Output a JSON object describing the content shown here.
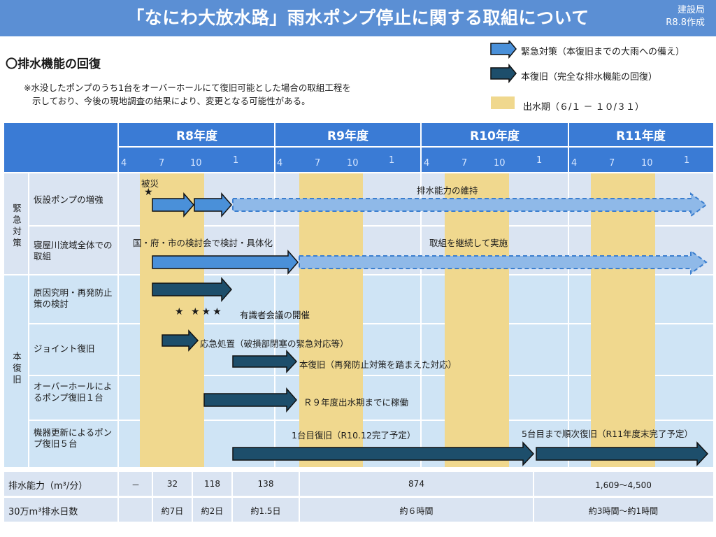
{
  "title": "「なにわ大放水路」雨水ポンプ停止に関する取組について",
  "department": "建設局",
  "date": "R8.8作成",
  "section_heading": "〇排水機能の回復",
  "note": [
    "※水没したポンプのうち1台をオーバーホールにて復旧可能とした場合の取組工程を",
    "示しており、今後の現地調査の結果により、変更となる可能性がある。"
  ],
  "legend": {
    "emergency": "緊急対策（本復旧までの大雨への備え）",
    "full": "本復旧（完全な排水機能の回復）",
    "flood": "出水期（６/１ － １０/３１）"
  },
  "years": [
    "R8年度",
    "R9年度",
    "R10年度",
    "R11年度"
  ],
  "months": [
    "4",
    "7",
    "10",
    "1"
  ],
  "groups": {
    "emergency": "緊急対策",
    "full": "本復旧"
  },
  "rows": [
    "仮設ポンプの増強",
    "寝屋川流域全体での取組",
    "原因究明・再発防止策の検討",
    "ジョイント復旧",
    "オーバーホールによるポンプ復旧１台",
    "機器更新によるポンプ復旧５台"
  ],
  "annotations": {
    "disaster": "被災",
    "maintain": "排水能力の維持",
    "council": "国・府・市の検討会で検討・具体化",
    "continue": "取組を継続して実施",
    "experts": "有識者会議の開催",
    "urgent": "応急処置（破損部閉塞の緊急対応等）",
    "joint_full": "本復旧（再発防止対策を踏まえた対応）",
    "overhaul": "Ｒ９年度出水期までに稼働",
    "one_unit": "1台目復旧（R10.12完了予定）",
    "five_units": "5台目まで順次復旧（R11年度末完了予定）"
  },
  "capacity": {
    "label": "排水能力（m³/分）",
    "values": [
      "－",
      "32",
      "118",
      "138",
      "874",
      "1,609～4,500"
    ]
  },
  "drain_days": {
    "label": "30万m³排水日数",
    "values": [
      "約7日",
      "約2日",
      "約1.5日",
      "約６時間",
      "約3時間～約1時間"
    ]
  },
  "colors": {
    "emergency_arrow": "#4a90d9",
    "full_arrow": "#1d4e6b",
    "flood_period": "#f0d88e",
    "header": "#3a7bd5",
    "emergency_bg": "#dae4f2",
    "full_bg": "#cfe4f5"
  }
}
